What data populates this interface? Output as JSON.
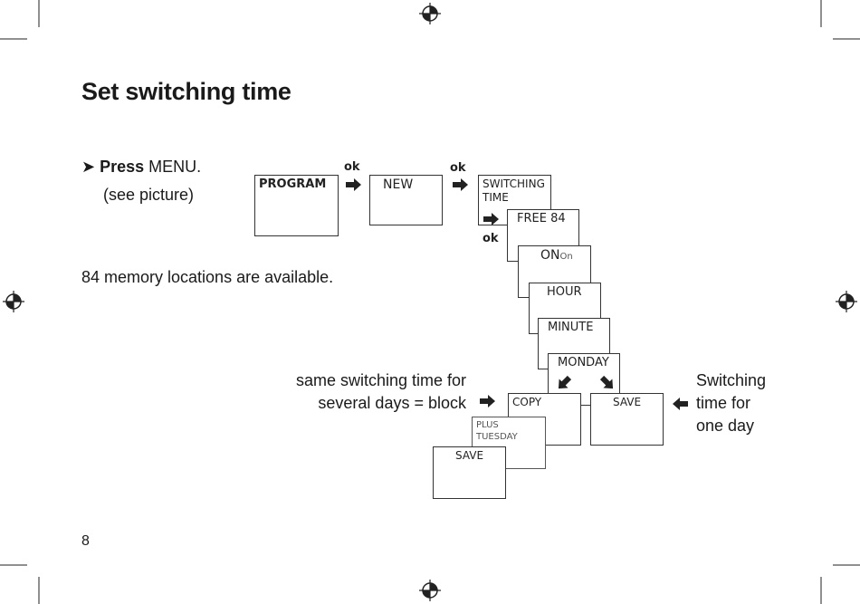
{
  "page": {
    "title": "Set switching time",
    "press_bold": "Press",
    "press_rest": " MENU.",
    "see_picture": "(see picture)",
    "memory_text": "84 memory locations are available.",
    "page_number": "8"
  },
  "diagram": {
    "ok_label": "ok",
    "program": "PROGRAM",
    "new": "NEW",
    "switching": "SWITCHING",
    "time": "TIME",
    "free": "FREE 84",
    "on_big": "ON",
    "on_small": "On",
    "hour": "HOUR",
    "minute": "MINUTE",
    "monday": "MONDAY",
    "copy": "COPY",
    "save": "SAVE",
    "plus": "PLUS",
    "tuesday": "TUESDAY",
    "save_block": "SAVE",
    "note_block_1": "same switching time for",
    "note_block_2": "several days = block",
    "note_day_1": "Switching",
    "note_day_2": "time for",
    "note_day_3": "one day"
  }
}
